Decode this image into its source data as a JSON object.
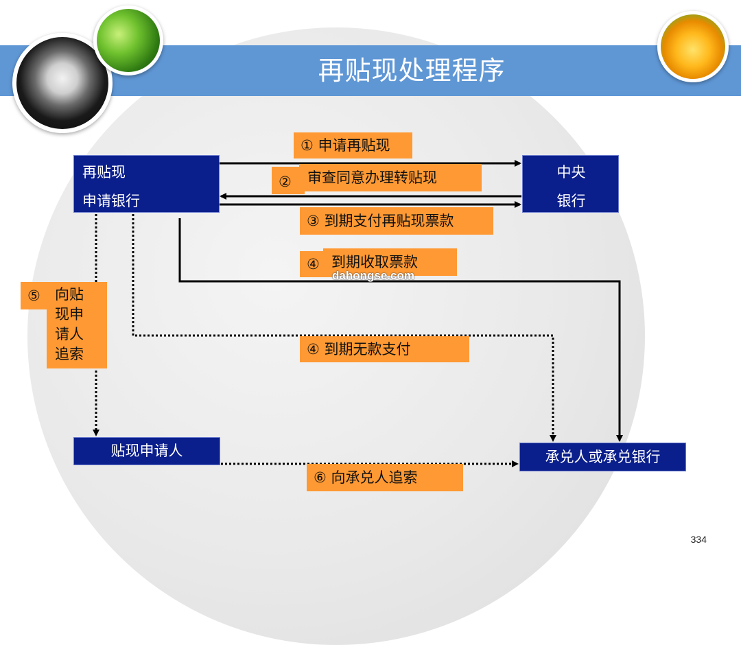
{
  "title": "再贴现处理程序",
  "nodes": {
    "apply_bank_line1": "再贴现",
    "apply_bank_line2": "申请银行",
    "central_bank_line1": "中央",
    "central_bank_line2": "银行",
    "applicant": "贴现申请人",
    "acceptor": "承兑人或承兑银行"
  },
  "steps": {
    "s1": "① 申请再贴现",
    "s2_num": "②",
    "s2_text": "审查同意办理转贴现",
    "s3": "③ 到期支付再贴现票款",
    "s4a_num": "④",
    "s4a_text": "到期收取票款",
    "s4b": "④ 到期无款支付",
    "s5_num": "⑤",
    "s5_l1": "向贴",
    "s5_l2": "现申",
    "s5_l3": "请人",
    "s5_l4": "追索",
    "s6": "⑥ 向承兑人追索"
  },
  "watermark": "dahongse.com",
  "page_number": "334",
  "colors": {
    "title_bar": "#5f97d5",
    "node_fill": "#0a1e8c",
    "label_fill": "#ff9933"
  }
}
